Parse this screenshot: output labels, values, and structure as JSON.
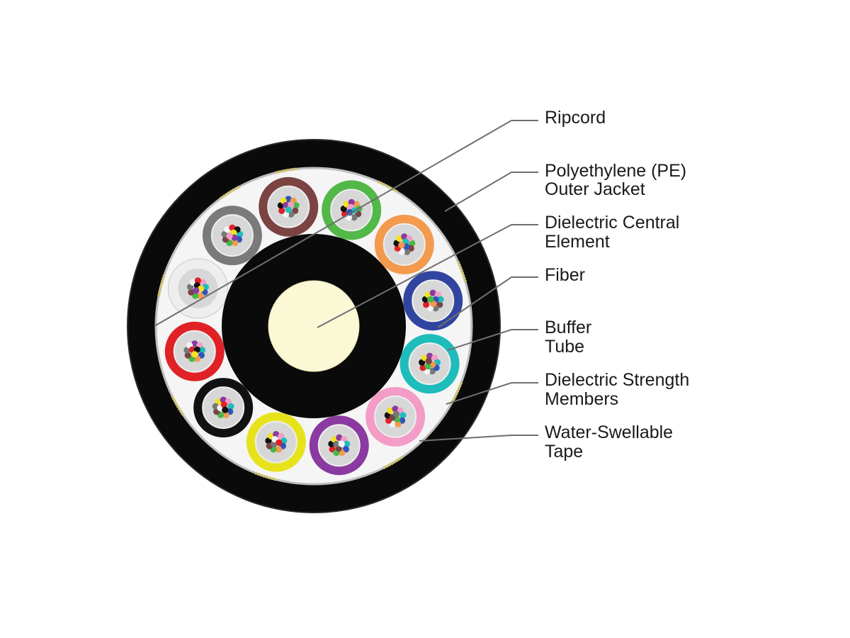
{
  "labels": {
    "ripcord": [
      "Ripcord"
    ],
    "outer_jacket": [
      "Polyethylene (PE)",
      "Outer Jacket"
    ],
    "central_element": [
      "Dielectric Central",
      "Element"
    ],
    "fiber": [
      "Fiber"
    ],
    "buffer_tube": [
      "Buffer",
      "Tube"
    ],
    "strength_members": [
      "Dielectric Strength",
      "Members"
    ],
    "water_tape": [
      "Water-Swellable",
      "Tape"
    ]
  },
  "colors": {
    "jacket": "#0a0a0a",
    "jacket_edge": "#2a2a2a",
    "tape": "#f5f5f5",
    "tape_edge": "#bdbdbd",
    "core_jacket": "#0a0a0a",
    "central_element": "#fbf8d6",
    "tube_inner": "#d7d7d7",
    "strength_yarn": "#d8c84a",
    "leader": "#6f6f6f"
  },
  "buffer_tubes": [
    {
      "name": "brown",
      "color": "#7b4342"
    },
    {
      "name": "green",
      "color": "#52b848"
    },
    {
      "name": "orange",
      "color": "#f39a4e"
    },
    {
      "name": "blue",
      "color": "#3145a0"
    },
    {
      "name": "aqua",
      "color": "#1fbcbc"
    },
    {
      "name": "rose",
      "color": "#f39cc7"
    },
    {
      "name": "violet",
      "color": "#8a3aa0"
    },
    {
      "name": "yellow",
      "color": "#e6e31c"
    },
    {
      "name": "black",
      "color": "#111111"
    },
    {
      "name": "red",
      "color": "#e02227"
    },
    {
      "name": "white",
      "color": "#eeeeee"
    },
    {
      "name": "slate",
      "color": "#7a7a7a"
    }
  ],
  "fiber_colors": [
    "#2f55b8",
    "#f39a4e",
    "#48b848",
    "#7b4342",
    "#777777",
    "#f4f4f4",
    "#e02227",
    "#111111",
    "#f2e221",
    "#8a3aa0",
    "#f39cc7",
    "#1fbcbc"
  ]
}
